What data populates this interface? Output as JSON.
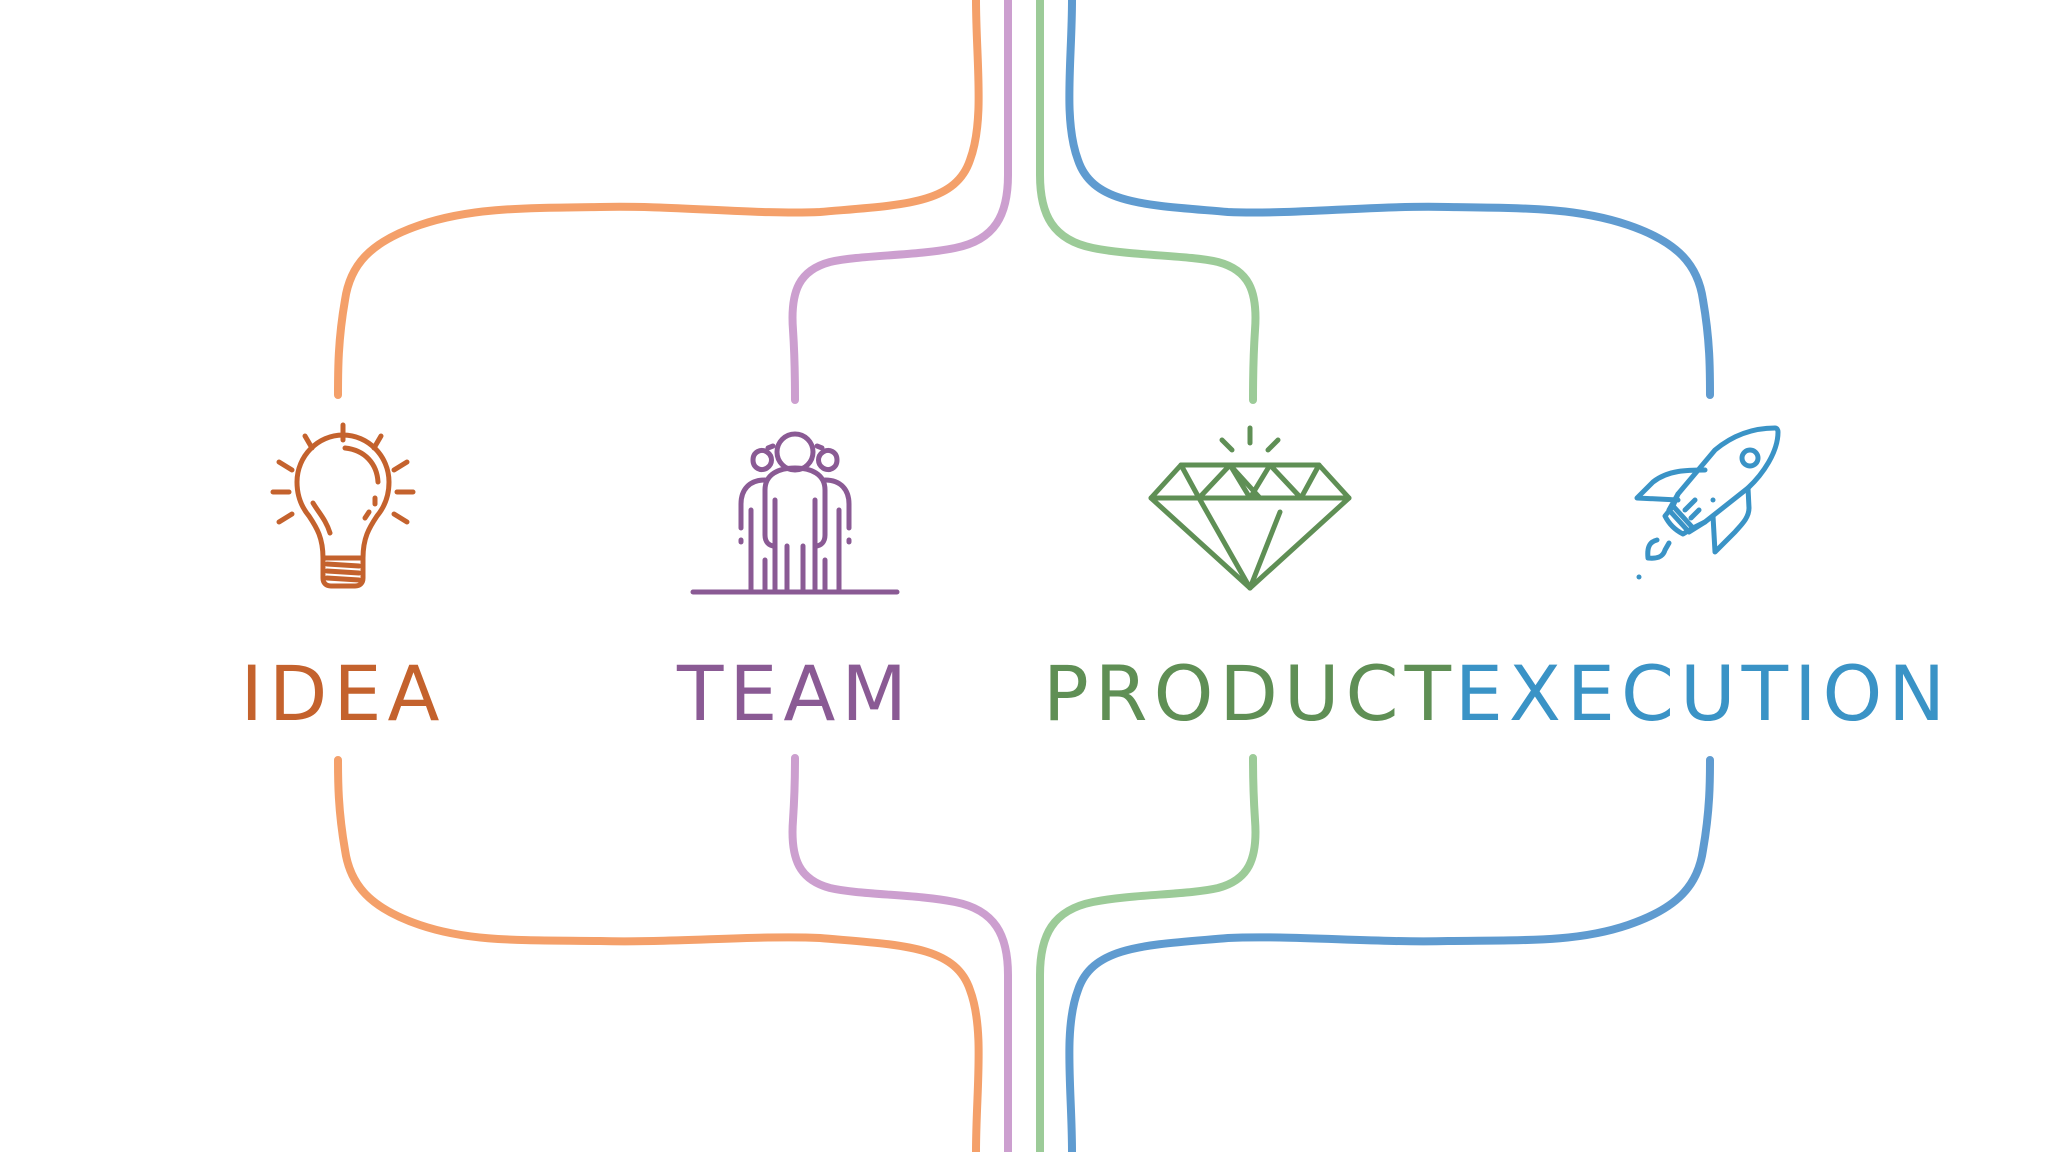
{
  "pillars": [
    {
      "label": "IDEA",
      "icon": "lightbulb-icon",
      "color": "#c4622d",
      "line_color": "#f4a06a"
    },
    {
      "label": "TEAM",
      "icon": "team-icon",
      "color": "#8a5a94",
      "line_color": "#cc9fcf"
    },
    {
      "label": "PRODUCT",
      "icon": "diamond-icon",
      "color": "#5f8f55",
      "line_color": "#9ccb98"
    },
    {
      "label": "EXECUTION",
      "icon": "rocket-icon",
      "color": "#3a93c6",
      "line_color": "#5f9bd0"
    }
  ]
}
